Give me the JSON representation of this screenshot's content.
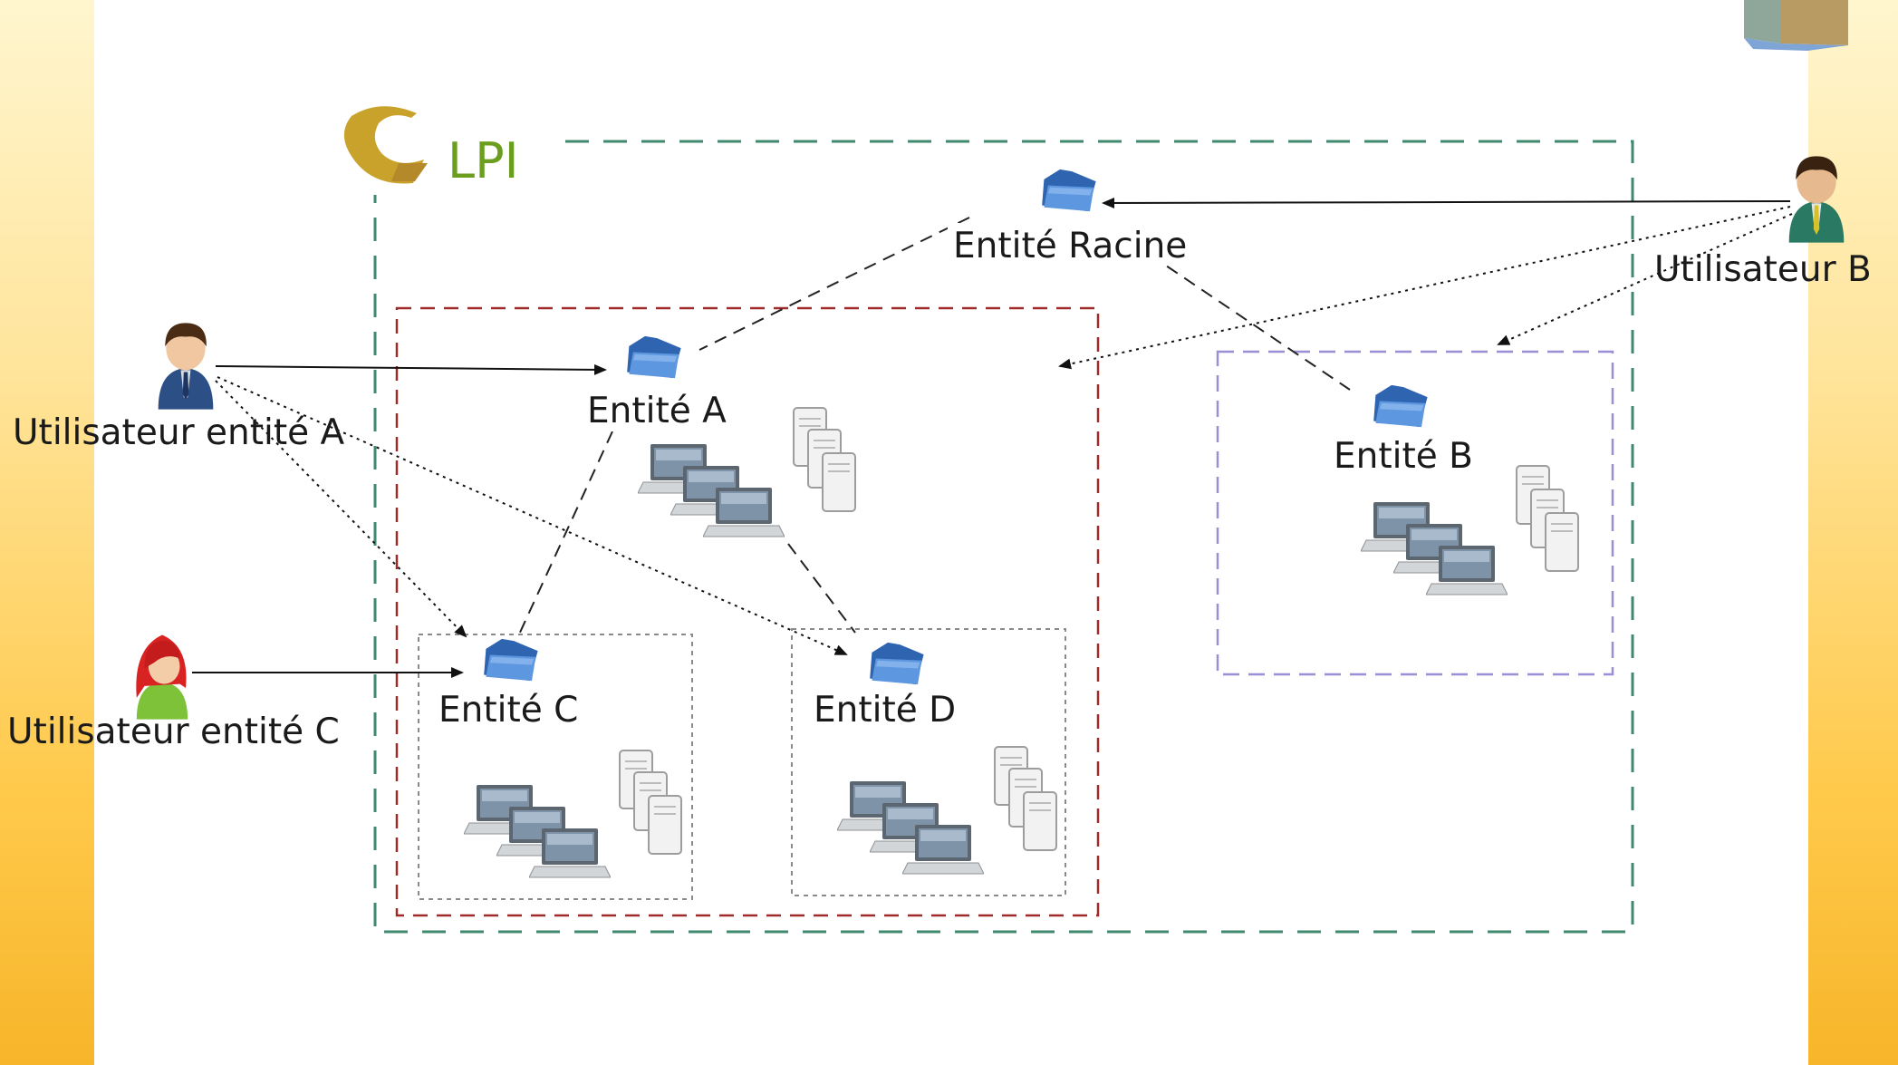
{
  "logo": {
    "text": "LPI"
  },
  "entities": {
    "root": "Entité Racine",
    "a": "Entité A",
    "b": "Entité B",
    "c": "Entité C",
    "d": "Entité D"
  },
  "users": {
    "a": "Utilisateur entité A",
    "b": "Utilisateur B",
    "c": "Utilisateur entité C"
  },
  "colors": {
    "root_border": "#3f8a6e",
    "entity_a_border": "#a02a2a",
    "entity_b_border": "#9a8ed4",
    "sub_entity_border": "#8a8a8a",
    "folder": "#3d79c9",
    "logo": "#6b9e1e"
  },
  "icons": [
    "folder-icon",
    "laptop-icon",
    "server-icon",
    "user-icon",
    "logo-icon"
  ]
}
